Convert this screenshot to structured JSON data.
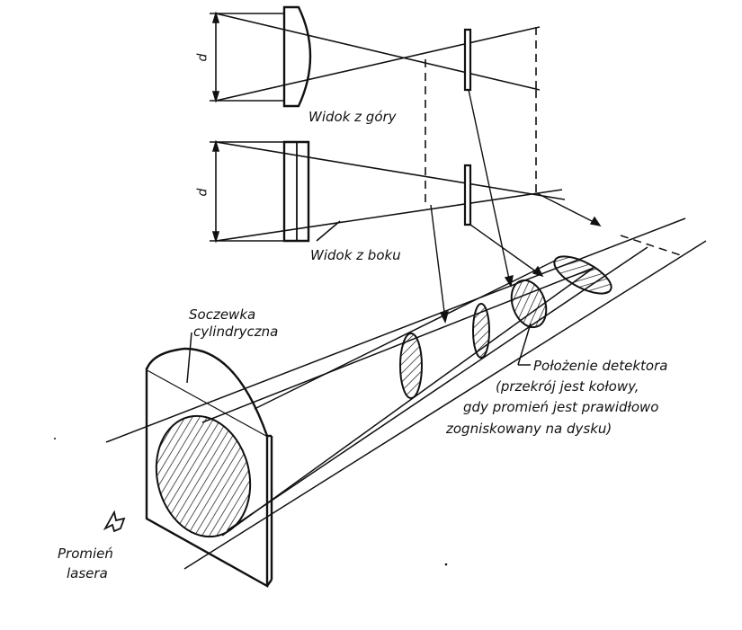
{
  "labels": {
    "top_view": "Widok z góry",
    "side_view": "Widok z boku",
    "lens_line1": "Soczewka",
    "lens_line2": "cylindryczna",
    "detector_line1": "Położenie detektora",
    "detector_line2": "(przekrój jest kołowy,",
    "detector_line3": "gdy promień jest prawidłowo",
    "detector_line4": "zogniskowany na dysku)",
    "laser_line1": "Promień",
    "laser_line2": "lasera",
    "dimension_top": "d",
    "dimension_side": "d"
  },
  "colors": {
    "ink": "#111111",
    "background": "#ffffff"
  }
}
